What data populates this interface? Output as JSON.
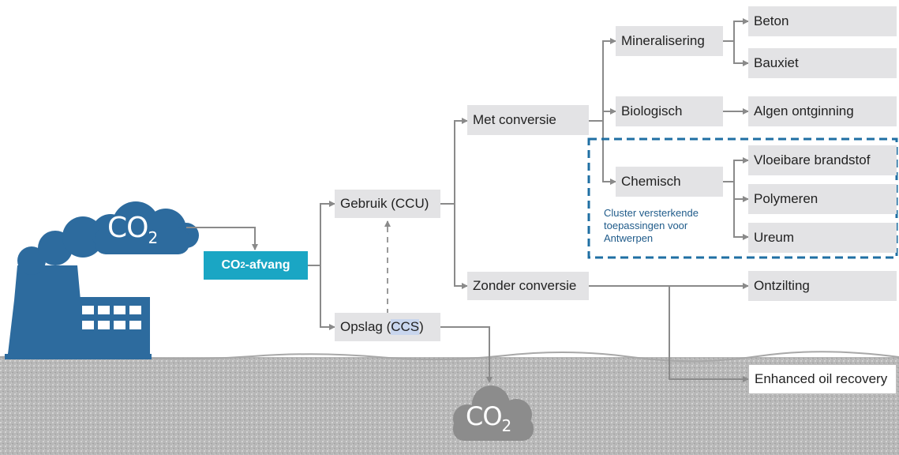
{
  "capture": {
    "label_main": "CO",
    "label_sub": "2",
    "label_rest": "-afvang"
  },
  "factory_cloud": {
    "text_main": "CO",
    "text_sub": "2"
  },
  "storage_cloud": {
    "text_main": "CO",
    "text_sub": "2"
  },
  "nodes": {
    "gebruik": "Gebruik (CCU)",
    "opslag_pre": "Opslag (",
    "opslag_hl": "CCS",
    "opslag_post": ")",
    "met_conversie": "Met conversie",
    "zonder_conversie": "Zonder conversie",
    "mineralisering": "Mineralisering",
    "biologisch": "Biologisch",
    "chemisch": "Chemisch",
    "beton": "Beton",
    "bauxiet": "Bauxiet",
    "algen": "Algen ontginning",
    "vloeibare": "Vloeibare brandstof",
    "polymeren": "Polymeren",
    "ureum": "Ureum",
    "ontzilting": "Ontzilting",
    "enhanced": "Enhanced oil recovery"
  },
  "cluster": {
    "label_line1": "Cluster versterkende",
    "label_line2": "toepassingen voor",
    "label_line3": "Antwerpen"
  },
  "colors": {
    "factory": "#2d6b9e",
    "capture": "#1aa6c4",
    "box": "#e3e3e5",
    "connector": "#8a8a8a",
    "cluster_border": "#1f6fa3",
    "ground": "#b4b4b4",
    "storage_cloud": "#8c8c8c"
  }
}
